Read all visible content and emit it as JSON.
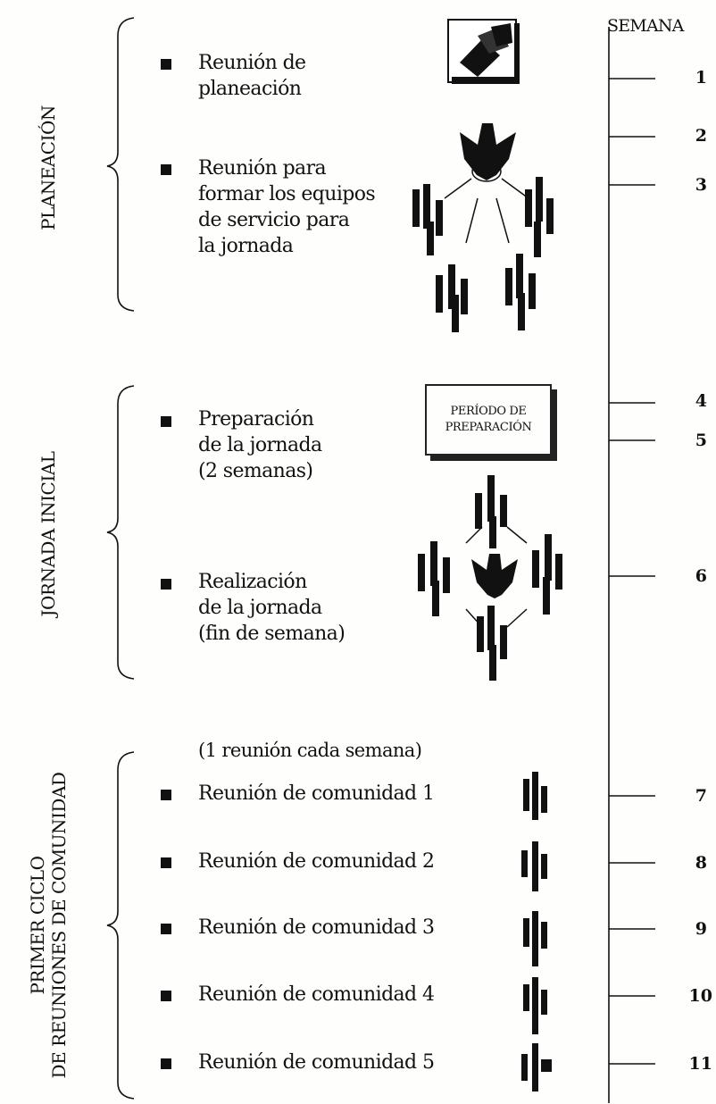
{
  "timeline": {
    "header": "SEMANA",
    "weeks": [
      "1",
      "2",
      "3",
      "4",
      "5",
      "6",
      "7",
      "8",
      "9",
      "10",
      "11"
    ]
  },
  "sections": [
    {
      "id": "planeacion",
      "label": "PLANEACIÓN",
      "items": [
        {
          "text": "Reunión de\nplaneación"
        },
        {
          "text": "Reunión para\nformar los equipos\nde servicio para\nla jornada"
        }
      ]
    },
    {
      "id": "jornada",
      "label": "JORNADA INICIAL",
      "items": [
        {
          "text": "Preparación\nde la jornada\n(2 semanas)"
        },
        {
          "text": "Realización\nde la jornada\n(fin de semana)"
        }
      ]
    },
    {
      "id": "ciclo",
      "label": "PRIMER CICLO\nDE REUNIONES DE COMUNIDAD",
      "note": "(1 reunión cada semana)",
      "items": [
        {
          "text": "Reunión de comunidad 1"
        },
        {
          "text": "Reunión de comunidad 2"
        },
        {
          "text": "Reunión de comunidad 3"
        },
        {
          "text": "Reunión de comunidad 4"
        },
        {
          "text": "Reunión de comunidad 5"
        }
      ]
    }
  ],
  "prep_box": "PERÍODO DE\nPREPARACIÓN",
  "icons": [
    "calendar-icon",
    "dove-icon",
    "people-group-icon",
    "document-stack-icon"
  ],
  "colors": {
    "ink": "#111111",
    "background": "#fefefc"
  }
}
